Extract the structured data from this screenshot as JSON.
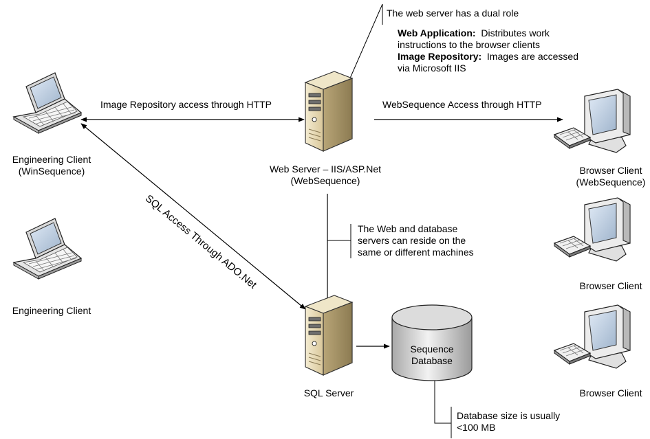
{
  "nodes": {
    "engineering_client_1": {
      "label_line1": "Engineering Client",
      "label_line2": "(WinSequence)"
    },
    "engineering_client_2": {
      "label": "Engineering Client"
    },
    "web_server": {
      "label_line1": "Web Server – IIS/ASP.Net",
      "label_line2": "(WebSequence)"
    },
    "sql_server": {
      "label": "SQL Server"
    },
    "sequence_database": {
      "label_line1": "Sequence",
      "label_line2": "Database"
    },
    "browser_client_1": {
      "label_line1": "Browser Client",
      "label_line2": "(WebSequence)"
    },
    "browser_client_2": {
      "label": "Browser Client"
    },
    "browser_client_3": {
      "label": "Browser Client"
    }
  },
  "edges": {
    "image_repo_http": "Image Repository access through HTTP",
    "websequence_http": "WebSequence Access through HTTP",
    "sql_ado": "SQL Access Through ADO.Net"
  },
  "callouts": {
    "web_server_role": {
      "title": "The web server has a dual role",
      "web_app_term": "Web Application:",
      "web_app_desc_1": "Distributes work",
      "web_app_desc_2": "instructions to the browser clients",
      "image_repo_term": "Image Repository:",
      "image_repo_desc_1": "Images are accessed",
      "image_repo_desc_2": "via Microsoft IIS"
    },
    "machines": {
      "line1": "The Web and database",
      "line2": "servers can reside on the",
      "line3": "same or different machines"
    },
    "db_size": {
      "line1": "Database size is usually",
      "line2": "<100 MB"
    }
  }
}
